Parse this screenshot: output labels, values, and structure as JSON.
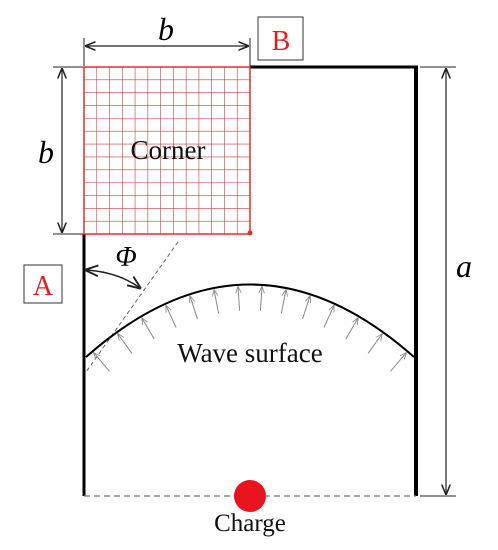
{
  "labels": {
    "b_top": "b",
    "b_left": "b",
    "a_right": "a",
    "point_a": "A",
    "point_b": "B",
    "phi": "Φ",
    "corner": "Corner",
    "wave_surface": "Wave surface",
    "charge": "Charge"
  },
  "colors": {
    "structure": "#000000",
    "grid": "#c04040",
    "corner_border": "#e03030",
    "label_red": "#e02020",
    "charge": "#e8141e",
    "dimension": "#222222",
    "arrows": "#888888",
    "dashed": "#777777"
  }
}
